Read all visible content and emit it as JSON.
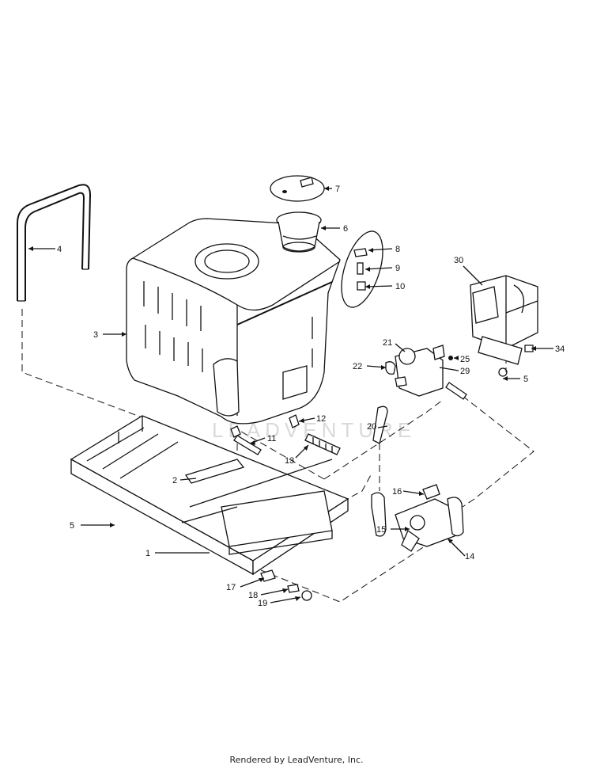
{
  "watermark": "LEADVENTURE",
  "footer": "Rendered by LeadVenture, Inc.",
  "callouts": [
    "1",
    "2",
    "3",
    "4",
    "5",
    "5",
    "6",
    "7",
    "8",
    "9",
    "10",
    "11",
    "12",
    "13",
    "14",
    "15",
    "16",
    "17",
    "18",
    "19",
    "20",
    "21",
    "22",
    "25",
    "29",
    "30",
    "34"
  ]
}
